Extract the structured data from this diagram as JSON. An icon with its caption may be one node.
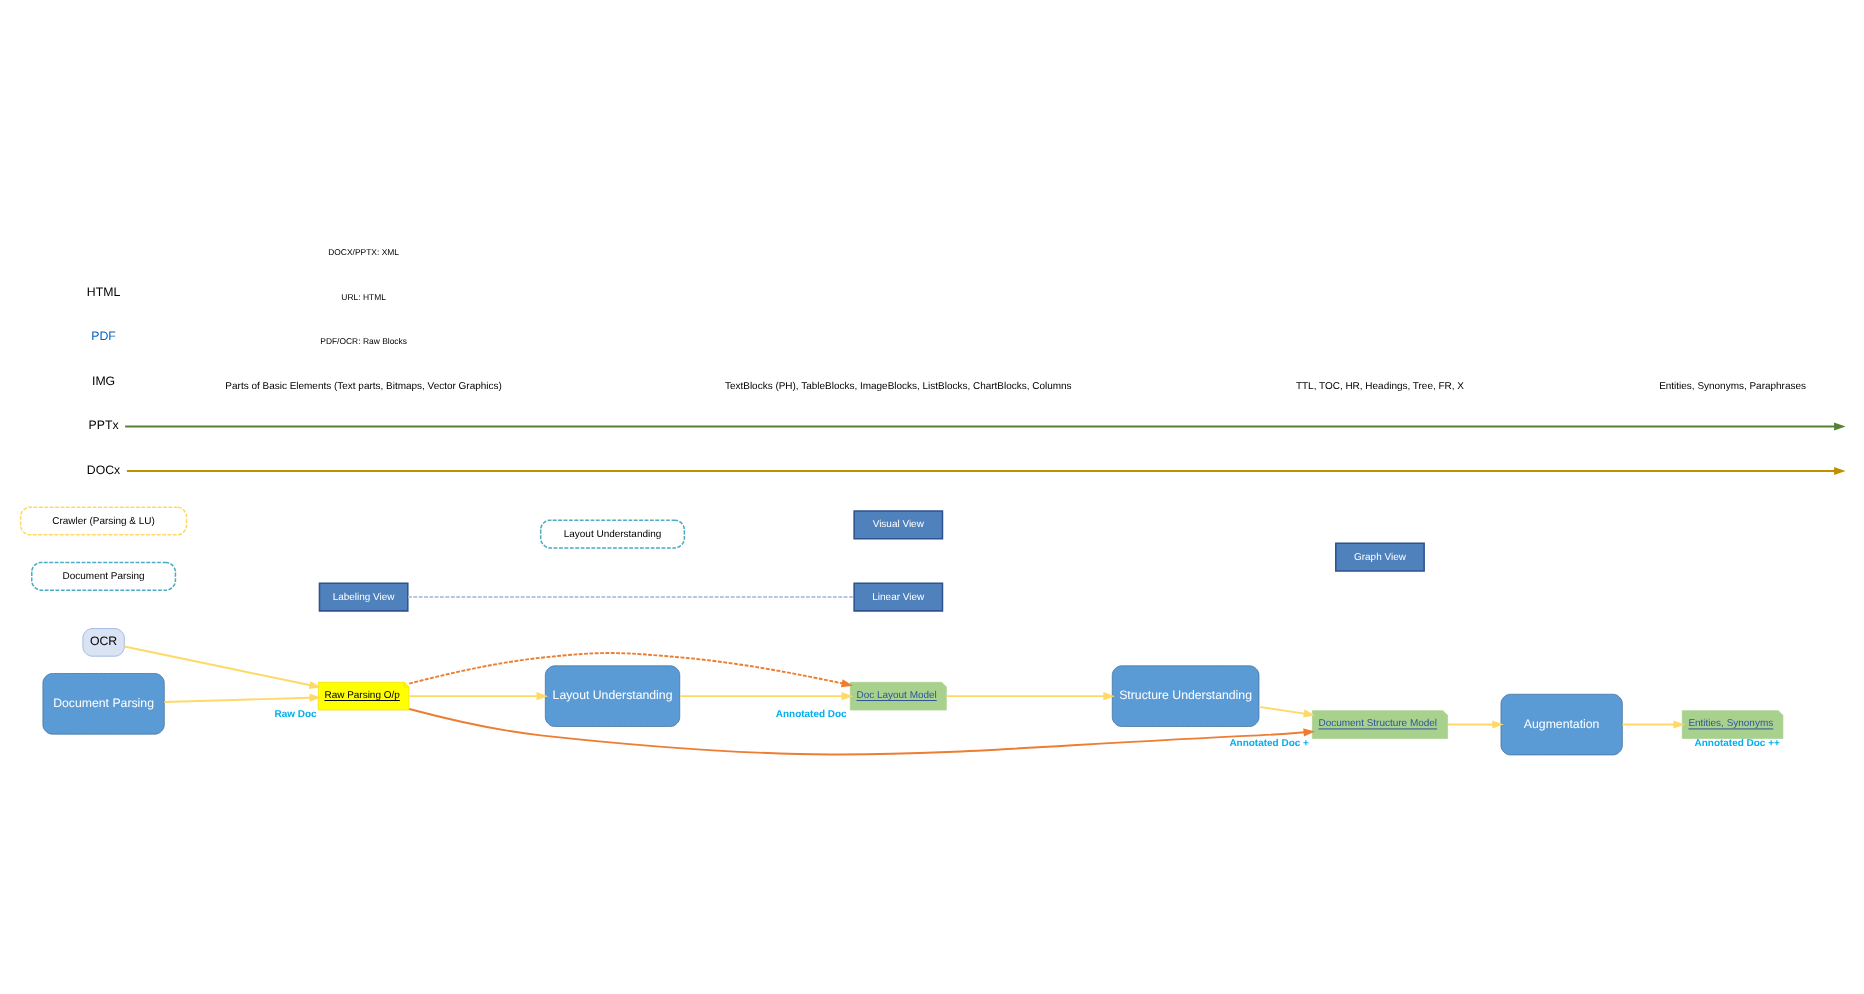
{
  "diagram": {
    "nodes": [
      {
        "text": [
          "OCR"
        ]
      },
      {
        "text": [
          "Raw Parsing O/p"
        ],
        "beside": [
          "Raw Doc"
        ]
      },
      {
        "text": [
          "Doc Layout Model"
        ],
        "beside": [
          "Annotated Doc"
        ]
      },
      {
        "text": [
          "Document Structure Model"
        ],
        "beside": [
          "Annotated Doc +"
        ]
      },
      {
        "text": [
          "Entities, Synonyms"
        ],
        "beside": [
          "Annotated Doc ++"
        ]
      },
      {
        "text": [
          "Document Parsing"
        ]
      },
      {
        "text": [
          "Layout Understanding"
        ]
      },
      {
        "text": [
          "Structure Understanding"
        ]
      },
      {
        "text": [
          "Augmentation"
        ]
      },
      {
        "text": [
          "Labeling View"
        ]
      },
      {
        "text": [
          "Linear View"
        ]
      },
      {
        "text": [
          "Visual View"
        ]
      },
      {
        "text": [
          "Graph View"
        ]
      },
      {
        "text": [
          "Document Parsing"
        ]
      },
      {
        "text": [
          "Layout Understanding"
        ]
      },
      {
        "text": [
          "Crawler (Parsing & LU)"
        ]
      },
      {
        "text": [
          "DOCx"
        ]
      },
      {
        "text": [
          "PPTx"
        ]
      }
    ],
    "edges": [
      {
        "from": 0,
        "to": 1,
        "arrow": "to"
      },
      {
        "from": 5,
        "to": 1,
        "arrow": "to"
      },
      {
        "from": 1,
        "to": 6,
        "arrow": "to"
      },
      {
        "from": 6,
        "to": 2,
        "arrow": "to"
      },
      {
        "from": 2,
        "to": 7,
        "arrow": "to"
      },
      {
        "from": 7,
        "to": 3,
        "arrow": "to"
      },
      {
        "from": 3,
        "to": 8,
        "arrow": "to"
      },
      {
        "from": 8,
        "to": 4,
        "arrow": "to"
      },
      {
        "from": 1,
        "to": 2,
        "arrow": "to",
        "style": "dashed",
        "color": "#ed7d31"
      },
      {
        "from": 1,
        "to": 3,
        "arrow": "to",
        "color": "#ed7d31"
      },
      {
        "from": 9,
        "to": 10,
        "arrow": "none",
        "style": "dashed",
        "color": "#b4c7e7"
      },
      {
        "from": 16,
        "to": null,
        "arrow": "to",
        "color": "#bf8f00"
      },
      {
        "from": 17,
        "to": null,
        "arrow": "to",
        "color": "#548235"
      }
    ],
    "labels": [
      "Parts of Basic Elements (Text parts, Bitmaps, Vector Graphics)",
      "PDF/OCR: Raw Blocks",
      "URL: HTML",
      "DOCX/PPTX: XML",
      "TextBlocks (PH), TableBlocks, ImageBlocks, ListBlocks, ChartBlocks, Columns",
      "TTL, TOC, HR, Headings, Tree, FR, X",
      "Entities, Synonyms, Paraphrases",
      "IMG",
      "PDF",
      "HTML"
    ]
  }
}
